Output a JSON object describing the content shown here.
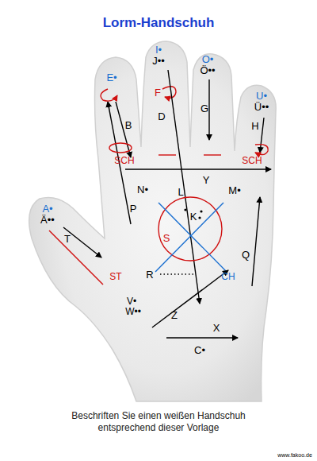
{
  "diagram": {
    "title": "Lorm-Handschuh",
    "caption": "Beschriften Sie einen weißen Handschuh entsprechend dieser Vorlage",
    "labels": [
      "I•",
      "J••",
      "O•",
      "Ö••",
      "E•",
      "U•",
      "Ü••",
      "F",
      "D",
      "G",
      "B",
      "H",
      "SCH",
      "SCH",
      "Y",
      "N•",
      "L",
      "M•",
      "A•",
      "Ä••",
      "P",
      "K",
      "T",
      "S",
      "ST",
      "R",
      "CH",
      "Q",
      "V•",
      "W••",
      "Z",
      "X",
      "C•",
      "www.fakoo.de"
    ]
  }
}
